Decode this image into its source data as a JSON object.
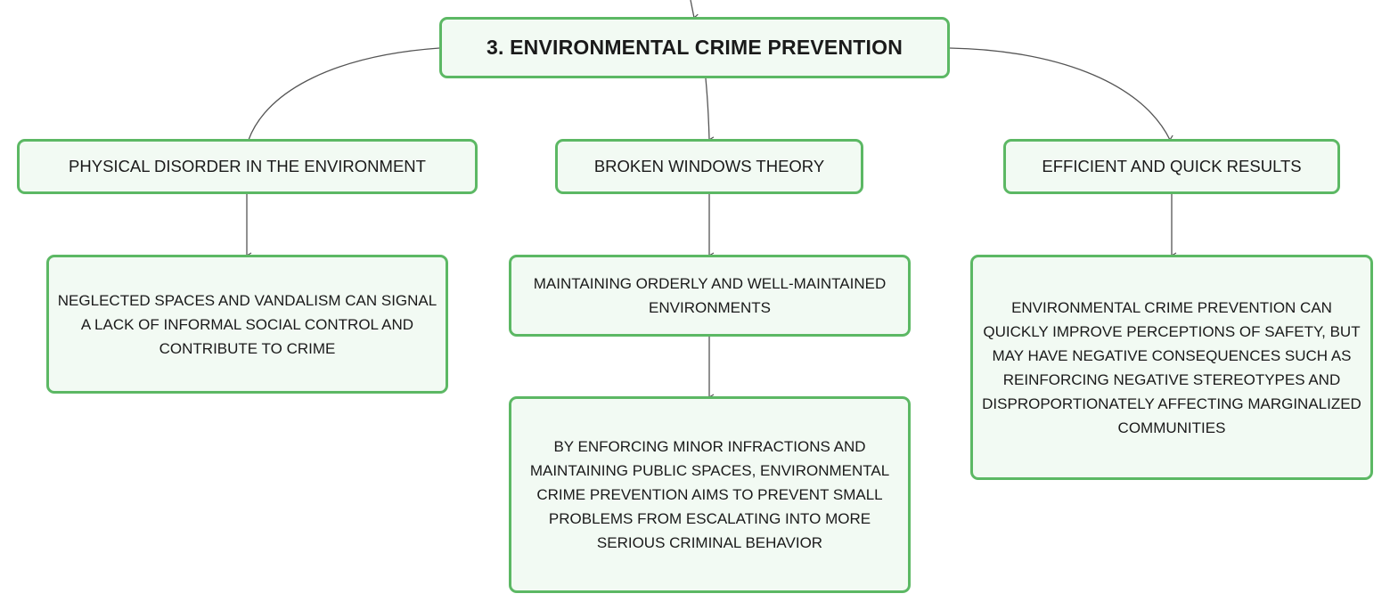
{
  "diagram": {
    "root": {
      "label": "3. ENVIRONMENTAL CRIME PREVENTION"
    },
    "branches": [
      {
        "label": "PHYSICAL DISORDER IN THE ENVIRONMENT",
        "children": [
          "NEGLECTED SPACES AND VANDALISM CAN SIGNAL A LACK OF INFORMAL SOCIAL CONTROL AND CONTRIBUTE TO CRIME"
        ]
      },
      {
        "label": "BROKEN WINDOWS THEORY",
        "children": [
          "MAINTAINING ORDERLY AND WELL-MAINTAINED ENVIRONMENTS",
          "BY ENFORCING MINOR INFRACTIONS AND MAINTAINING PUBLIC SPACES, ENVIRONMENTAL CRIME PREVENTION AIMS TO PREVENT SMALL PROBLEMS FROM ESCALATING INTO MORE SERIOUS CRIMINAL BEHAVIOR"
        ]
      },
      {
        "label": "EFFICIENT AND QUICK RESULTS",
        "children": [
          "ENVIRONMENTAL CRIME PREVENTION CAN QUICKLY IMPROVE PERCEPTIONS OF SAFETY, BUT MAY HAVE NEGATIVE CONSEQUENCES SUCH AS REINFORCING NEGATIVE STEREOTYPES AND DISPROPORTIONATELY AFFECTING MARGINALIZED COMMUNITIES"
        ]
      }
    ]
  },
  "colors": {
    "node_border": "#5cb864",
    "node_fill": "#f2faf3",
    "connector": "#555555"
  }
}
